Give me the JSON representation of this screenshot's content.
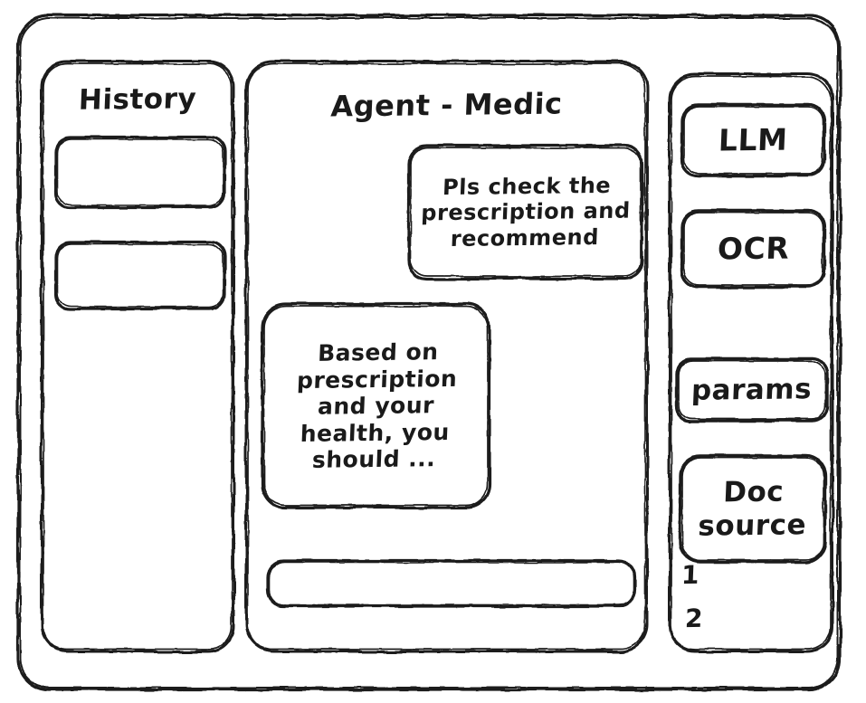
{
  "window": {
    "frame_name": "app-window"
  },
  "sidebar_left": {
    "title": "History",
    "items": [
      {
        "label": ""
      },
      {
        "label": ""
      }
    ]
  },
  "main": {
    "title": "Agent - Medic",
    "messages": [
      {
        "role": "user",
        "text": "Pls check the prescription and recommend"
      },
      {
        "role": "assistant",
        "text": "Based on prescription and your health, you should ..."
      }
    ],
    "input": {
      "value": "",
      "placeholder": ""
    }
  },
  "sidebar_right": {
    "buttons": [
      {
        "label": "LLM"
      },
      {
        "label": "OCR"
      },
      {
        "label": "params"
      },
      {
        "label": "Doc source"
      }
    ],
    "doc_list": [
      {
        "label": "1"
      },
      {
        "label": "2"
      }
    ]
  },
  "style": {
    "ink": "#1a1a1a",
    "paper": "#ffffff"
  }
}
